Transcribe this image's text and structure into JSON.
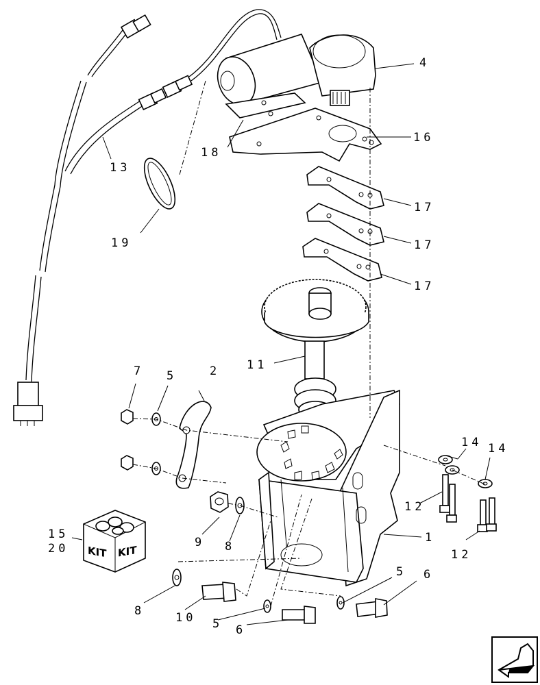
{
  "diagram": {
    "callouts": {
      "c1": "1",
      "c2": "2",
      "c4": "4",
      "c5a": "5",
      "c5b": "5",
      "c5c": "5",
      "c6a": "6",
      "c6b": "6",
      "c7": "7",
      "c8a": "8",
      "c8b": "8",
      "c9": "9",
      "c10": "10",
      "c11": "11",
      "c12a": "12",
      "c12b": "12",
      "c13": "13",
      "c14a": "14",
      "c14b": "14",
      "c15": "15",
      "c16": "16",
      "c17a": "17",
      "c17b": "17",
      "c17c": "17",
      "c18": "18",
      "c19": "19",
      "c20": "20"
    },
    "kit_labels": [
      "KIT",
      "KIT"
    ],
    "nav_icon": "previous-page-arrow-icon"
  }
}
